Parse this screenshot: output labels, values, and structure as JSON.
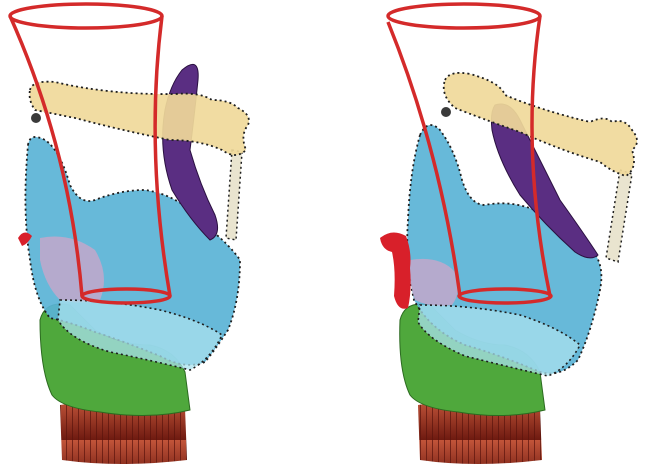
{
  "figure": {
    "panels": [
      {
        "id": "left",
        "state": "closed-epiglottis-raised"
      },
      {
        "id": "right",
        "state": "tilted"
      }
    ],
    "colors": {
      "hyoid": "#f0d99a",
      "epiglottis": "#5a2e82",
      "thyroid_cartilage": "#5ab3d6",
      "cricoid_cartilage": "#4fa83c",
      "trachea": "#9c2e1e",
      "glottic_cavity_outline": "#d42a2a",
      "tongue_tip": "#d8202a",
      "arytenoid": "#c9a6c9"
    },
    "icons": [
      "larynx-anatomy",
      "airway-funnel"
    ]
  }
}
